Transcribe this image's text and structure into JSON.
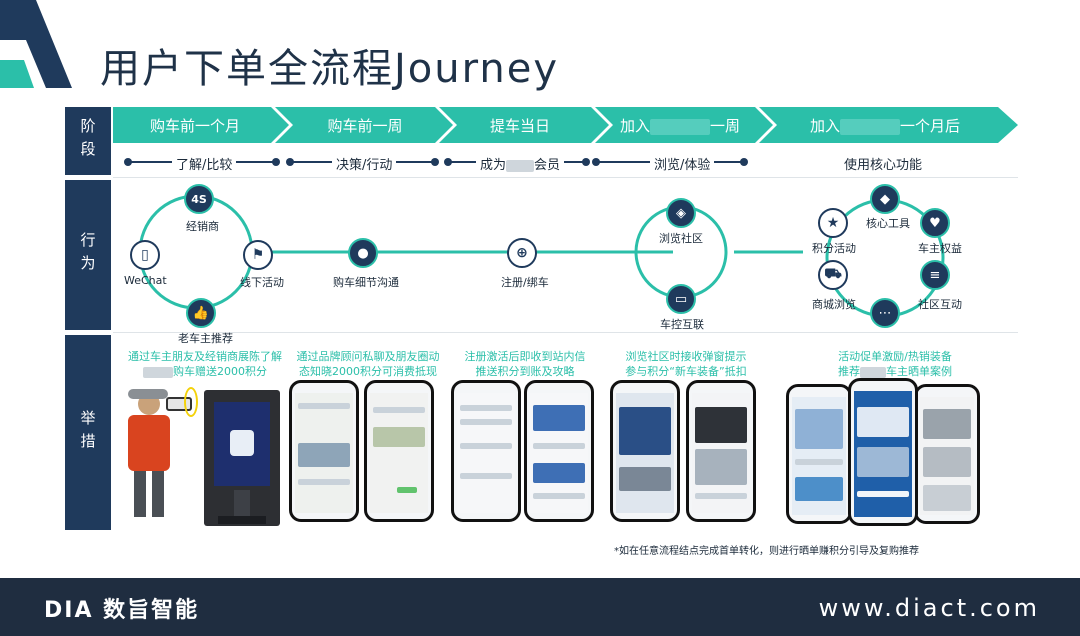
{
  "header": {
    "title": "用户下单全流程Journey"
  },
  "rows": {
    "stage": "阶段",
    "behavior": "行为",
    "measure": "举措"
  },
  "phases": [
    {
      "label": "购车前一个月"
    },
    {
      "label": "购车前一周"
    },
    {
      "label": "提车当日"
    },
    {
      "label_a": "加入",
      "label_b": "一周"
    },
    {
      "label_a": "加入",
      "label_b": "一个月后"
    }
  ],
  "subphases": {
    "s1": "了解/比较",
    "s2": "决策/行动",
    "s3_a": "成为",
    "s3_b": "会员",
    "s4": "浏览/体验",
    "s5": "使用核心功能"
  },
  "behaviors": {
    "dealer_icon": "4S",
    "dealer": "经销商",
    "wechat": "WeChat",
    "offline": "线下活动",
    "referral": "老车主推荐",
    "detail_comm": "购车细节沟通",
    "register": "注册/绑车",
    "browse_community": "浏览社区",
    "car_control": "车控互联",
    "core_tools": "核心工具",
    "points_activity": "积分活动",
    "owner_rights": "车主权益",
    "mall_browse": "商城浏览",
    "community_interact": "社区互动"
  },
  "measures": {
    "m1_line1": "通过车主朋友及经销商展陈了解",
    "m1_line2": "购车赠送2000积分",
    "m2_line1": "通过品牌顾问私聊及朋友圈动",
    "m2_line2": "态知晓2000积分可消费抵现",
    "m3_line1": "注册激活后即收到站内信",
    "m3_line2": "推送积分到账及攻略",
    "m4_line1": "浏览社区时接收弹窗提示",
    "m4_line2": "参与积分“新车装备”抵扣",
    "m5_line1": "活动促单激励/热销装备",
    "m5_line2_a": "推荐",
    "m5_line2_b": "车主晒单案例"
  },
  "footnote": "*如在任意流程结点完成首单转化，则进行晒单赚积分引导及复购推荐",
  "footer": {
    "brand": "DIA 数旨智能",
    "url": "www.diact.com"
  },
  "colors": {
    "teal": "#2bbfa9",
    "navy": "#1f3a5c",
    "footer": "#1f2d40"
  }
}
